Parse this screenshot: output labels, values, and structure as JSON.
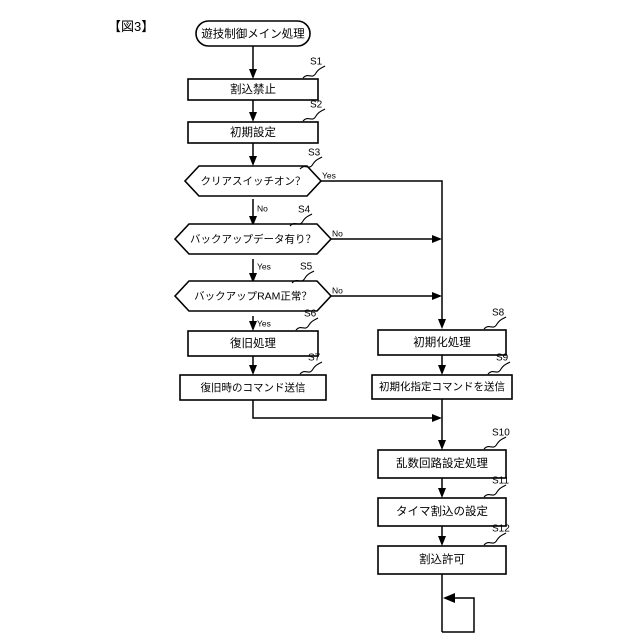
{
  "figure": {
    "label": "【図3】",
    "title_node": "遊技制御メイン処理"
  },
  "nodes": {
    "start": {
      "id": "start",
      "type": "terminator",
      "text": "遊技制御メイン処理"
    },
    "s1": {
      "id": "S1",
      "type": "process",
      "text": "割込禁止",
      "step": "S1"
    },
    "s2": {
      "id": "S2",
      "type": "process",
      "text": "初期設定",
      "step": "S2"
    },
    "s3": {
      "id": "S3",
      "type": "decision",
      "text": "クリアスイッチオン？",
      "step": "S3",
      "yes": "Yes",
      "no": "No"
    },
    "s4": {
      "id": "S4",
      "type": "decision",
      "text": "バックアップデータ有り？",
      "step": "S4",
      "yes": "Yes",
      "no": "No"
    },
    "s5": {
      "id": "S5",
      "type": "decision",
      "text": "バックアップRAM正常？",
      "step": "S5",
      "yes": "Yes",
      "no": "No"
    },
    "s6": {
      "id": "S6",
      "type": "process",
      "text": "復旧処理",
      "step": "S6"
    },
    "s7": {
      "id": "S7",
      "type": "process",
      "text": "復旧時のコマンド送信",
      "step": "S7"
    },
    "s8": {
      "id": "S8",
      "type": "process",
      "text": "初期化処理",
      "step": "S8"
    },
    "s9": {
      "id": "S9",
      "type": "process",
      "text": "初期化指定コマンドを送信",
      "step": "S9"
    },
    "s10": {
      "id": "S10",
      "type": "process",
      "text": "乱数回路設定処理",
      "step": "S10"
    },
    "s11": {
      "id": "S11",
      "type": "process",
      "text": "タイマ割込の設定",
      "step": "S11"
    },
    "s12": {
      "id": "S12",
      "type": "process",
      "text": "割込許可",
      "step": "S12"
    }
  },
  "branch_labels": {
    "s3_yes": "Yes",
    "s3_no": "No",
    "s4_yes": "Yes",
    "s4_no": "No",
    "s5_yes": "Yes",
    "s5_no": "No"
  },
  "step_labels": {
    "s1": "S1",
    "s2": "S2",
    "s3": "S3",
    "s4": "S4",
    "s5": "S5",
    "s6": "S6",
    "s7": "S7",
    "s8": "S8",
    "s9": "S9",
    "s10": "S10",
    "s11": "S11",
    "s12": "S12"
  },
  "colors": {
    "background": "#ffffff",
    "stroke": "#000000",
    "text": "#000000"
  }
}
